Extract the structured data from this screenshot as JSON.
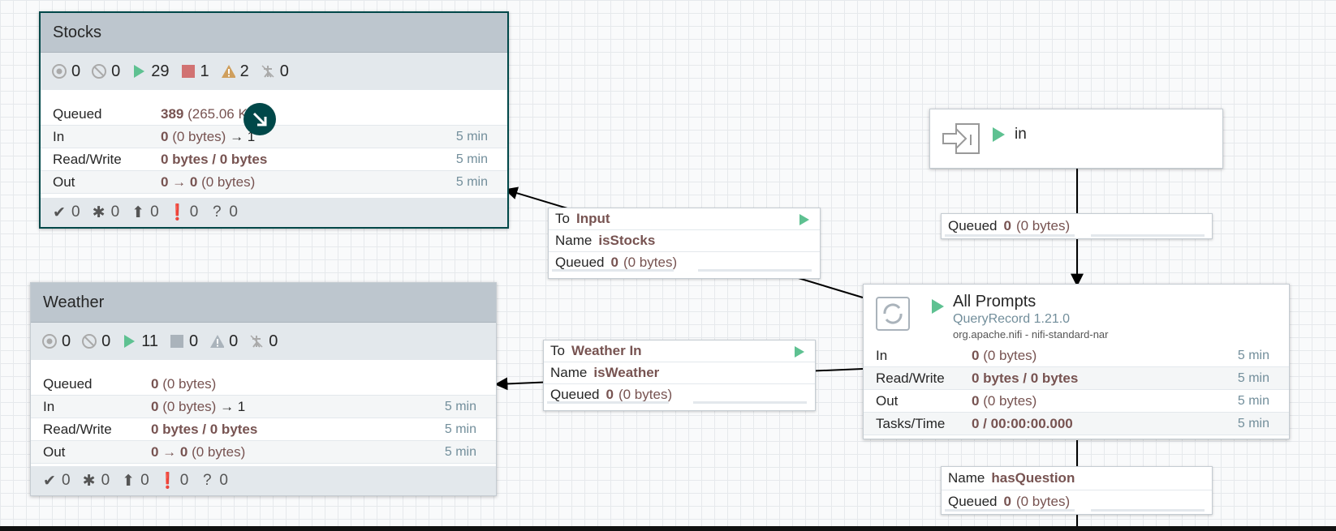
{
  "colors": {
    "selected_border": "#004849",
    "value": "#775351",
    "time": "#728e9b",
    "running": "#5ec191",
    "stopped": "#d17272",
    "warning": "#cf9f5d"
  },
  "groups": {
    "stocks": {
      "title": "Stocks",
      "stats": {
        "transmitting": "0",
        "not_transmitting": "0",
        "running": "29",
        "stopped": "1",
        "invalid": "2",
        "disabled": "0"
      },
      "queued": {
        "count": "389",
        "size": "(265.06 KB)"
      },
      "in": {
        "count": "0",
        "paren": "(0 bytes)",
        "tail": "→ 1"
      },
      "read_write": "0 bytes / 0 bytes",
      "out": {
        "count": "0 → 0",
        "paren": "(0 bytes)"
      },
      "time": "5 min",
      "footer": {
        "up_to_date": "0",
        "modified": "0",
        "stale": "0",
        "errors": "0",
        "unknown": "0"
      }
    },
    "weather": {
      "title": "Weather",
      "stats": {
        "transmitting": "0",
        "not_transmitting": "0",
        "running": "11",
        "stopped": "0",
        "invalid": "0",
        "disabled": "0"
      },
      "queued": {
        "count": "0",
        "size": "(0 bytes)"
      },
      "in": {
        "count": "0",
        "paren": "(0 bytes)",
        "tail": "→ 1"
      },
      "read_write": "0 bytes / 0 bytes",
      "out": {
        "count": "0 → 0",
        "paren": "(0 bytes)"
      },
      "time": "5 min",
      "footer": {
        "up_to_date": "0",
        "modified": "0",
        "stale": "0",
        "errors": "0",
        "unknown": "0"
      }
    }
  },
  "labels": {
    "queued": "Queued",
    "in": "In",
    "read_write": "Read/Write",
    "out": "Out",
    "tasks_time": "Tasks/Time",
    "to": "To",
    "name": "Name"
  },
  "connections": {
    "to_stocks": {
      "to": "Input",
      "name": "isStocks",
      "queued_count": "0",
      "queued_size": "(0 bytes)"
    },
    "to_weather": {
      "to": "Weather In",
      "name": "isWeather",
      "queued_count": "0",
      "queued_size": "(0 bytes)"
    },
    "from_in": {
      "queued_count": "0",
      "queued_size": "(0 bytes)"
    },
    "has_question": {
      "name": "hasQuestion",
      "queued_count": "0",
      "queued_size": "(0 bytes)"
    }
  },
  "port": {
    "name": "in"
  },
  "processor": {
    "name": "All Prompts",
    "type": "QueryRecord 1.21.0",
    "bundle": "org.apache.nifi - nifi-standard-nar",
    "in": {
      "count": "0",
      "paren": "(0 bytes)"
    },
    "read_write": "0 bytes / 0 bytes",
    "out": {
      "count": "0",
      "paren": "(0 bytes)"
    },
    "tasks_time": "0 / 00:00:00.000",
    "time": "5 min"
  }
}
